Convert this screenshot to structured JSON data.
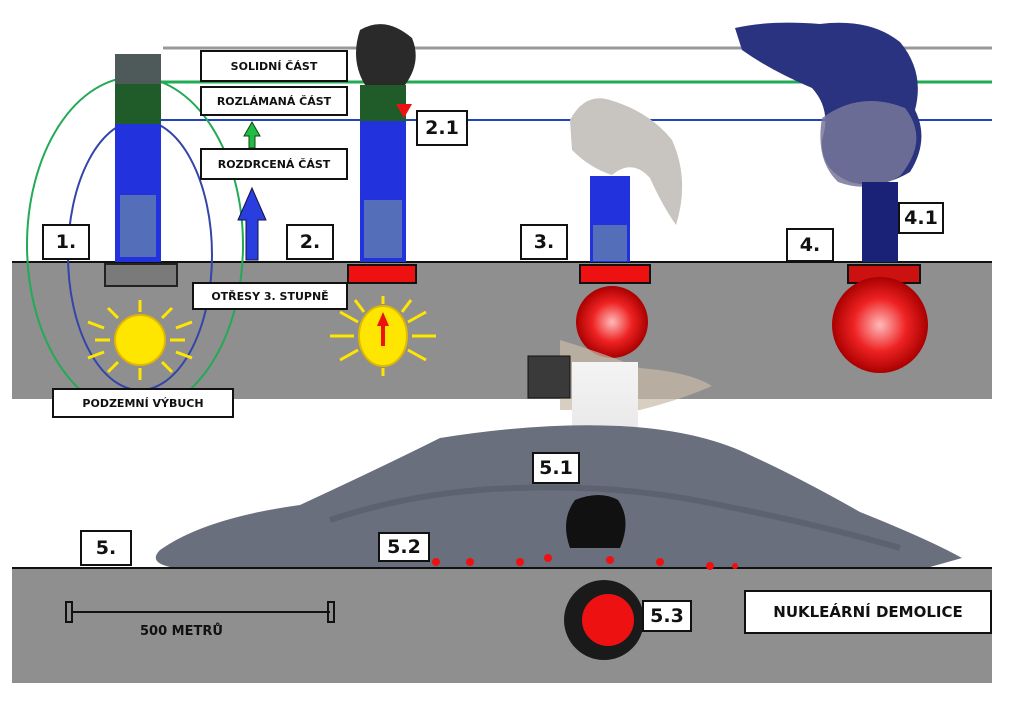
{
  "labels": {
    "solid": "SOLIDNÍ ČÁST",
    "broken": "ROZLÁMANÁ ČÁST",
    "crushed": "ROZDRCENÁ ČÁST",
    "tremors": "OTŘESY 3. STUPNĚ",
    "underground": "PODZEMNÍ VÝBUCH",
    "scale": "500 METRŮ",
    "title": "NUKLEÁRNÍ DEMOLICE"
  },
  "stages": [
    "1.",
    "2.",
    "2.1",
    "3.",
    "4.",
    "4.1",
    "5.",
    "5.1",
    "5.2",
    "5.3"
  ],
  "colors": {
    "ground": "#8f8f8f",
    "tower_blue": "#2233dd",
    "explosion": "#ff1111",
    "sun": "#ffe600",
    "line_green": "#22aa55",
    "line_blue": "#2244bb",
    "line_grey": "#999999",
    "dust": "#6a6f7e"
  }
}
